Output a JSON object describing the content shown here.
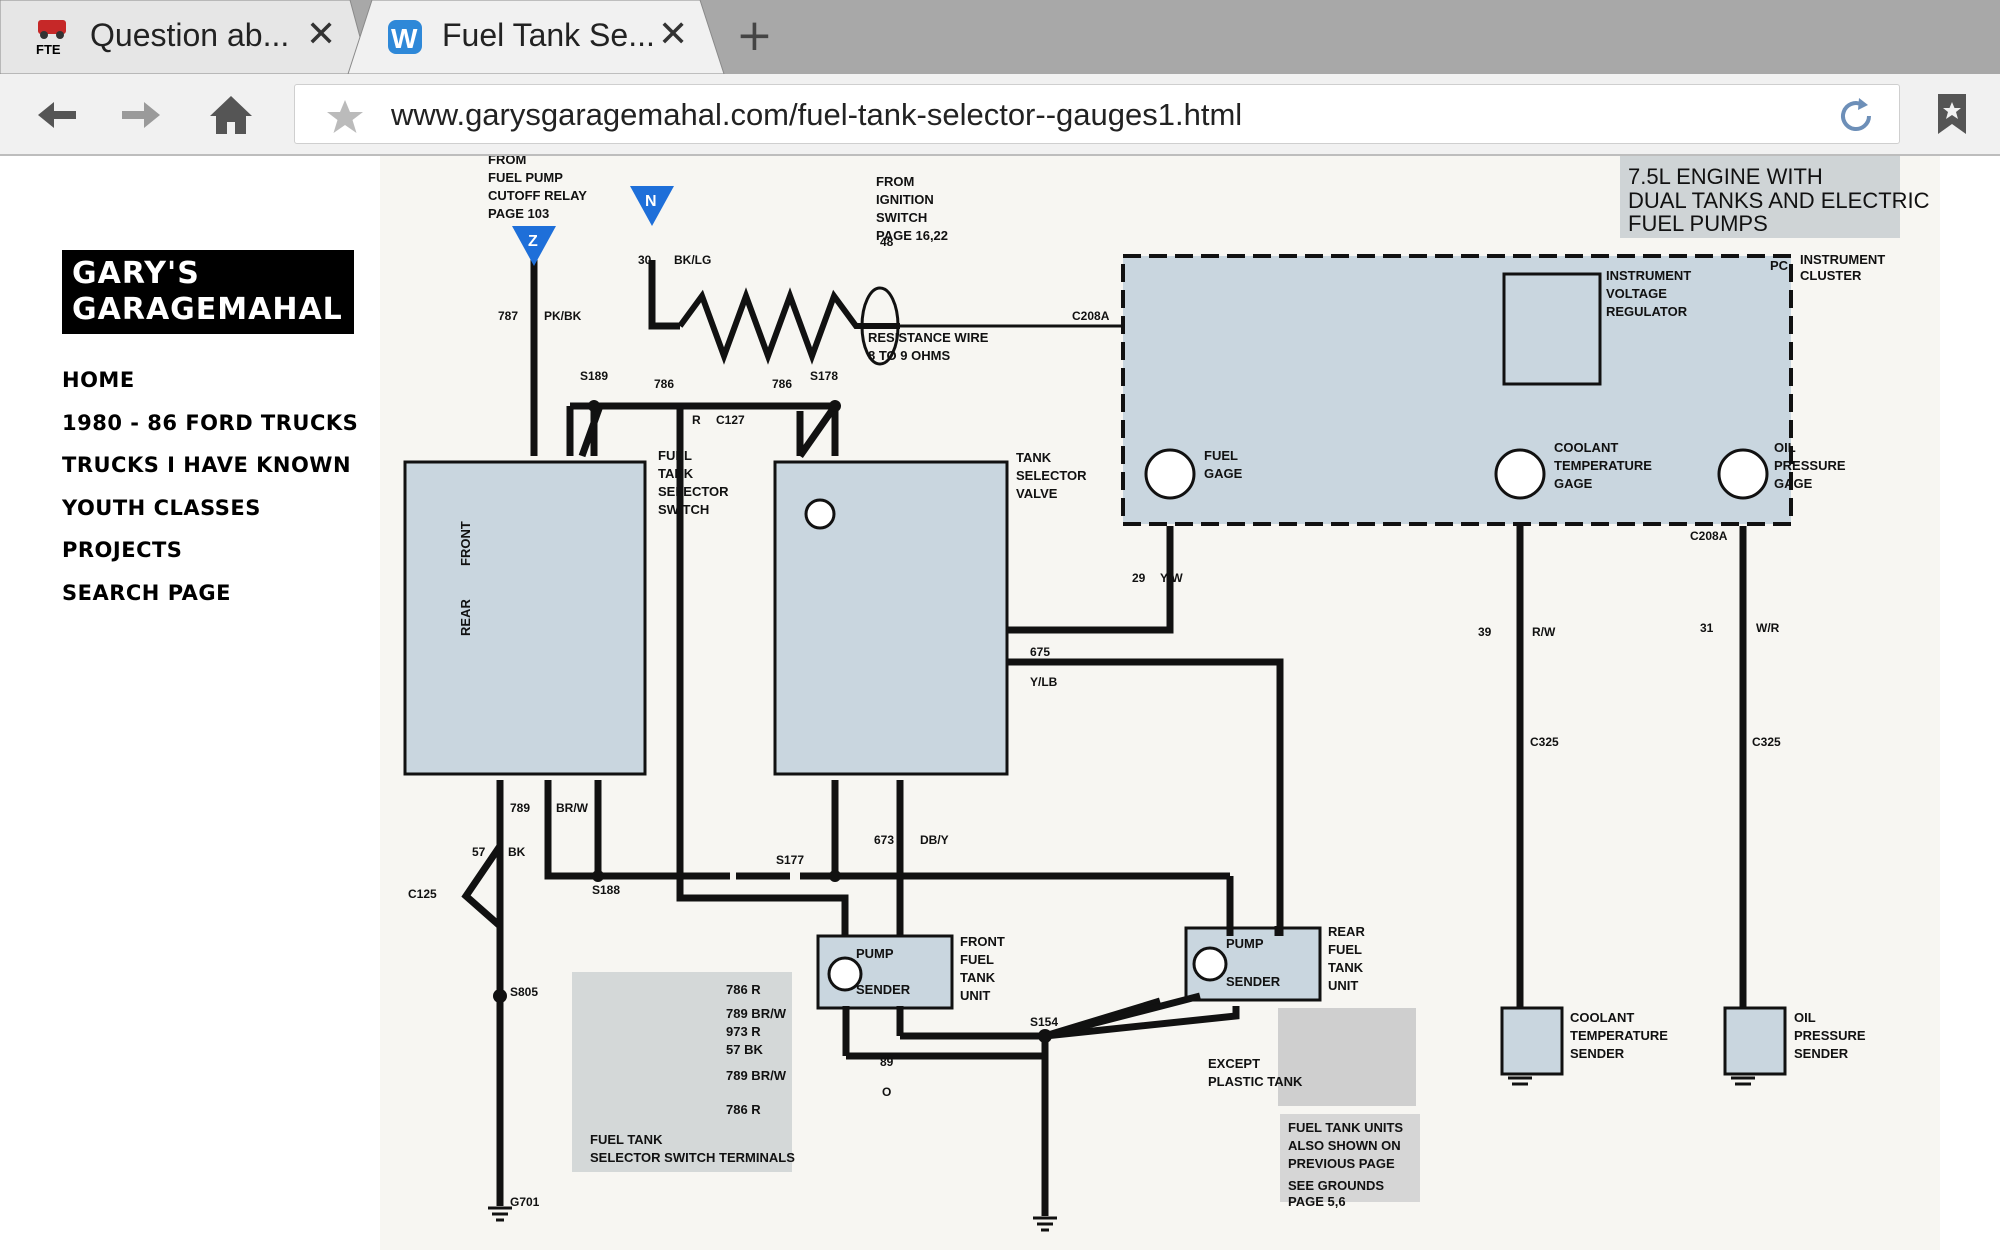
{
  "tabs": [
    {
      "favicon": "FTE",
      "title": "Question ab...",
      "active": false
    },
    {
      "favicon": "W",
      "title": "Fuel Tank Se...",
      "active": true
    }
  ],
  "toolbar": {
    "url": "www.garysgaragemahal.com/fuel-tank-selector--gauges1.html"
  },
  "site": {
    "logo_line1": "GARY'S",
    "logo_line2": "GARAGEMAHAL",
    "nav": [
      "HOME",
      "1980 - 86 FORD TRUCKS",
      "TRUCKS I HAVE KNOWN",
      "YOUTH CLASSES",
      "PROJECTS",
      "SEARCH PAGE"
    ]
  },
  "diagram": {
    "title_lines": [
      "7.5L ENGINE WITH",
      "DUAL TANKS AND ELECTRIC",
      "FUEL PUMPS"
    ],
    "from_relay": [
      "FROM",
      "FUEL PUMP",
      "CUTOFF RELAY",
      "PAGE 103"
    ],
    "from_ignition": [
      "FROM",
      "IGNITION",
      "SWITCH",
      "PAGE 16,22"
    ],
    "badge_z": "Z",
    "badge_n": "N",
    "resistance_wire": "RESISTANCE WIRE",
    "resistance_ohms": "8 TO 9 OHMS",
    "instrument_cluster": [
      "INSTRUMENT",
      "CLUSTER"
    ],
    "ivr": [
      "INSTRUMENT",
      "VOLTAGE",
      "REGULATOR"
    ],
    "pc": "PC",
    "fuel_gage": [
      "FUEL",
      "GAGE"
    ],
    "coolant_gage": [
      "COOLANT",
      "TEMPERATURE",
      "GAGE"
    ],
    "oil_gage": [
      "OIL",
      "PRESSURE",
      "GAGE"
    ],
    "selector_switch": [
      "FUEL",
      "TANK",
      "SELECTOR",
      "SWITCH"
    ],
    "selector_valve": [
      "TANK",
      "SELECTOR",
      "VALVE"
    ],
    "front": "FRONT",
    "rear": "REAR",
    "front_unit": [
      "FRONT",
      "FUEL",
      "TANK",
      "UNIT"
    ],
    "rear_unit": [
      "REAR",
      "FUEL",
      "TANK",
      "UNIT"
    ],
    "pump": "PUMP",
    "sender": "SENDER",
    "coolant_sender": [
      "COOLANT",
      "TEMPERATURE",
      "SENDER"
    ],
    "oil_sender": [
      "OIL",
      "PRESSURE",
      "SENDER"
    ],
    "except_plastic": [
      "EXCEPT",
      "PLASTIC TANK"
    ],
    "terminals_title": [
      "FUEL TANK",
      "SELECTOR SWITCH TERMINALS"
    ],
    "terminal_labels": [
      "786 R",
      "789 BR/W",
      "973 R",
      "57 BK",
      "789 BR/W",
      "786 R"
    ],
    "note": [
      "FUEL TANK UNITS",
      "ALSO SHOWN ON",
      "PREVIOUS PAGE",
      "SEE GROUNDS",
      "PAGE 5,6"
    ],
    "wire_labels": {
      "w787": "787",
      "pkbk": "PK/BK",
      "s189": "S189",
      "w786a": "786",
      "w786b": "786",
      "s178": "S178",
      "r": "R",
      "c127": "C127",
      "w30": "30",
      "bklg": "BK/LG",
      "w48": "48",
      "c208a": "C208A",
      "w29": "29",
      "yw": "Y/W",
      "w675": "675",
      "ylb": "Y/LB",
      "w39": "39",
      "rw": "R/W",
      "w31": "31",
      "wr": "W/R",
      "c325": "C325",
      "w789": "789",
      "brw": "BR/W",
      "w57": "57",
      "bk": "BK",
      "c125": "C125",
      "s188": "S188",
      "s177": "S177",
      "w673": "673",
      "dby": "DB/Y",
      "s805": "S805",
      "g701": "G701",
      "s154": "S154",
      "w89": "89",
      "o": "O",
      "c208a2": "C208A"
    }
  },
  "colors": {
    "panel": "#c9d6df",
    "ink": "#111111",
    "badge": "#1e6fd9"
  }
}
